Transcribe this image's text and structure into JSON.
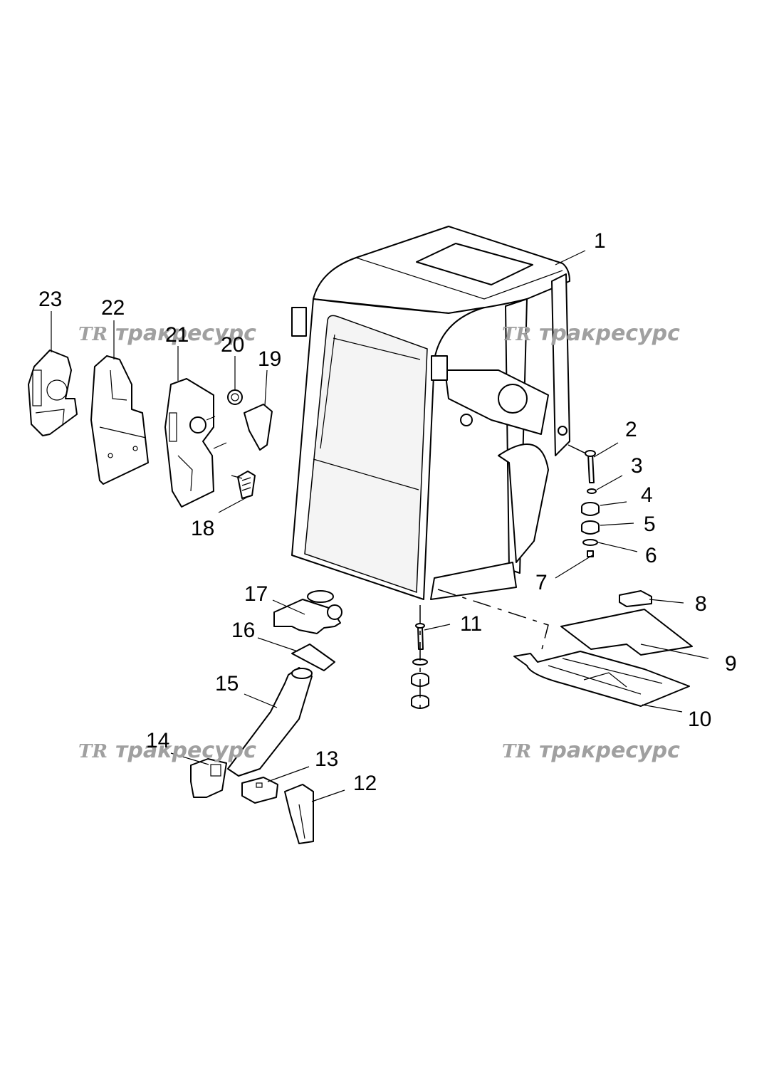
{
  "watermark": {
    "logo": "TR",
    "text": "тракресурс",
    "color": "#a0a0a0"
  },
  "callouts": [
    "1",
    "2",
    "3",
    "4",
    "5",
    "6",
    "7",
    "8",
    "9",
    "10",
    "11",
    "12",
    "13",
    "14",
    "15",
    "16",
    "17",
    "18",
    "19",
    "20",
    "21",
    "22",
    "23"
  ]
}
